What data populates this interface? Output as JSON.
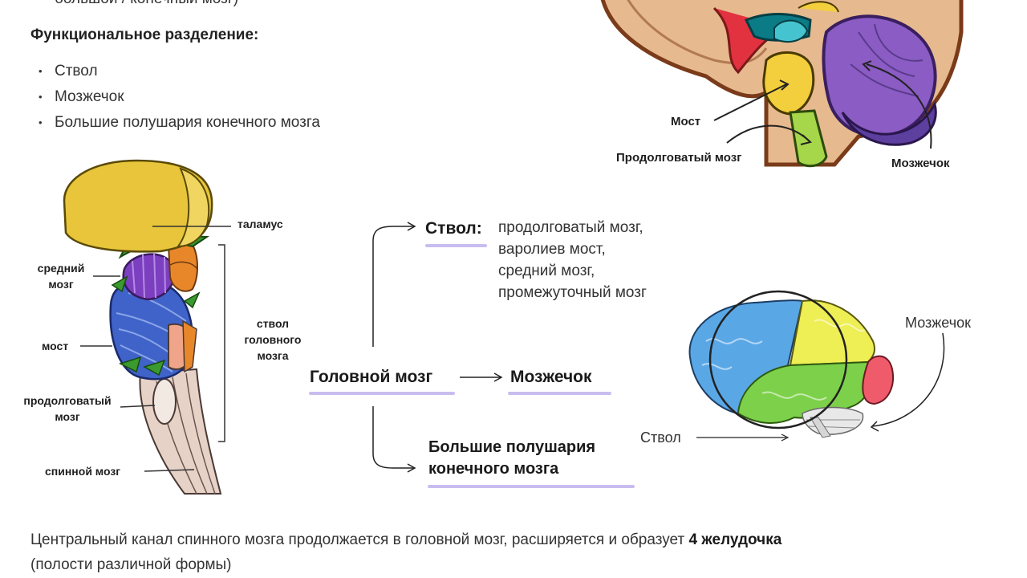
{
  "top_fragment": "большой / конечный мозг)",
  "functional": {
    "title": "Функциональное разделение:",
    "items": [
      "Ствол",
      "Мозжечок",
      "Большие полушария конечного мозга"
    ]
  },
  "top_diagram": {
    "labels": {
      "pons": "Мост",
      "medulla": "Продолговатый мозг",
      "cerebellum": "Мозжечок"
    }
  },
  "stem_diagram": {
    "labels": {
      "thalamus": "таламус",
      "midbrain": "средний мозг",
      "pons": "мост",
      "medulla": "продолговатый мозг",
      "spinal": "спинной мозг",
      "brainstem": "ствол головного мозга"
    }
  },
  "scheme": {
    "root": "Головной мозг",
    "stem": {
      "label": "Ствол:",
      "parts": [
        "продолговатый мозг,",
        "варолиев мост,",
        "средний мозг,",
        "промежуточный мозг"
      ]
    },
    "cerebellum": "Мозжечок",
    "hemispheres_line1": "Большие полушария",
    "hemispheres_line2": "конечного мозга"
  },
  "side_brain": {
    "labels": {
      "cerebellum": "Мозжечок",
      "stem": "Ствол"
    }
  },
  "footer": {
    "text_before": "Центральный канал спинного мозга продолжается в головной мозг, расширяется и образует ",
    "bold": "4 желудочка",
    "text_after": "(полости различной формы)"
  },
  "colors": {
    "accent_underline": "#c9bdf0",
    "thalamus": "#e8c53a",
    "midbrain_violet": "#7b3fbf",
    "pons_blue": "#3f63c9",
    "orange": "#e8872a",
    "green": "#3a9a2d",
    "lobe_blue": "#5aa7e6",
    "lobe_yellow": "#eeee55",
    "lobe_green": "#7dd04a",
    "lobe_red": "#ef5b6a"
  }
}
